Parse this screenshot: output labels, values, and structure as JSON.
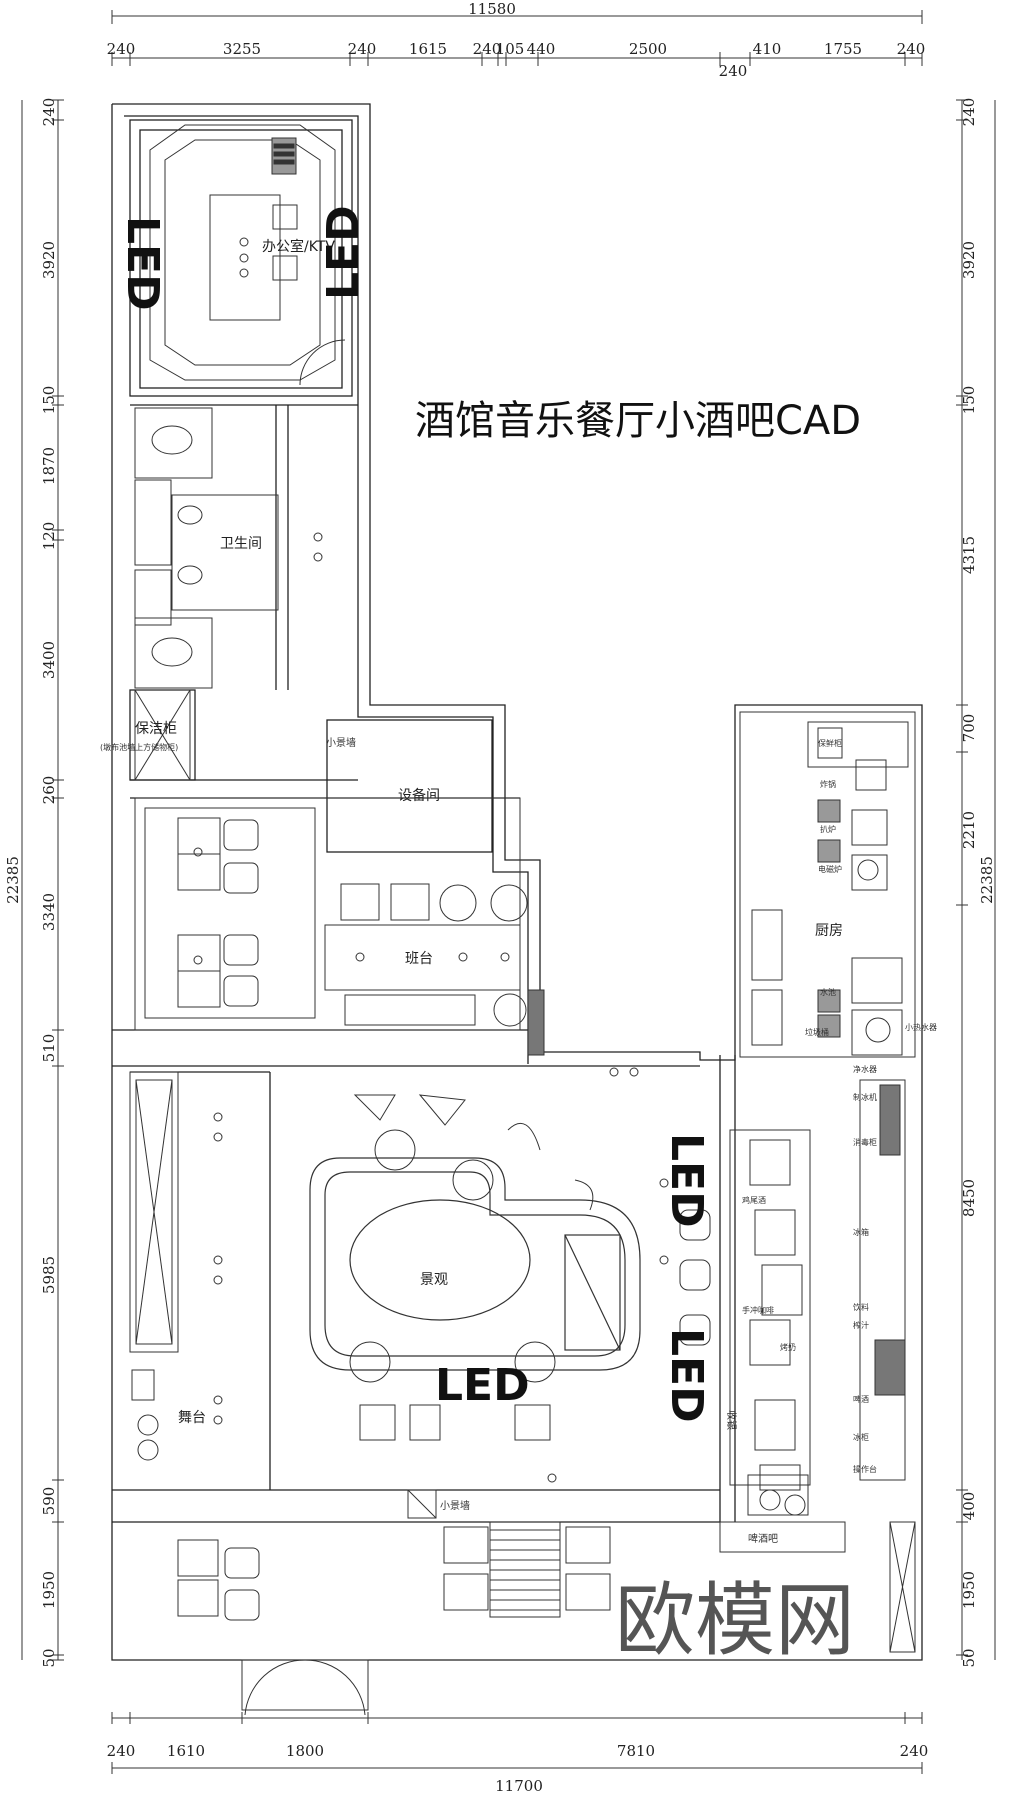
{
  "title": "酒馆音乐餐厅小酒吧CAD",
  "watermark": "欧模网",
  "dims": {
    "top_total": "11580",
    "top_segments": [
      "240",
      "3255",
      "240",
      "1615",
      "240",
      "105",
      "440",
      "2500",
      "410",
      "1755",
      "240"
    ],
    "top_under": "240",
    "bottom_total": "11700",
    "bottom_segments": [
      "240",
      "1610",
      "1800",
      "7810",
      "240"
    ],
    "left_total": "22385",
    "left_segments": [
      "240",
      "3920",
      "150",
      "1870",
      "120",
      "3400",
      "260",
      "3340",
      "510",
      "5985",
      "590",
      "1950",
      "50"
    ],
    "right_total": "22385",
    "right_segments": [
      "240",
      "3920",
      "150",
      "4315",
      "700",
      "2210",
      "8450",
      "400",
      "1950",
      "50"
    ]
  },
  "rooms": {
    "office": "办公室/KTV",
    "toilet": "卫生间",
    "cleaning": "保洁柜",
    "cleaning_note": "(墩布池墙上方储物柜)",
    "equipment": "设备间",
    "small_scene_1": "小景墙",
    "bar_counter": "班台",
    "kitchen": "厨房",
    "stage": "舞台",
    "landscape": "景观",
    "small_scene_2": "小景墙",
    "beer_bar": "啤酒吧",
    "cashier": "收银"
  },
  "led": [
    "LED",
    "LED",
    "LED",
    "LED",
    "LED"
  ],
  "kitchen_labels": [
    "保鲜柜",
    "炸锅",
    "扒炉",
    "电磁炉",
    "水池",
    "垃圾桶",
    "小热水器",
    "净水器",
    "制冰机",
    "消毒柜",
    "鸡尾酒",
    "手冲咖啡",
    "烤奶",
    "饮料",
    "榨汁",
    "冰柜",
    "啤酒",
    "冰箱",
    "操作台"
  ]
}
